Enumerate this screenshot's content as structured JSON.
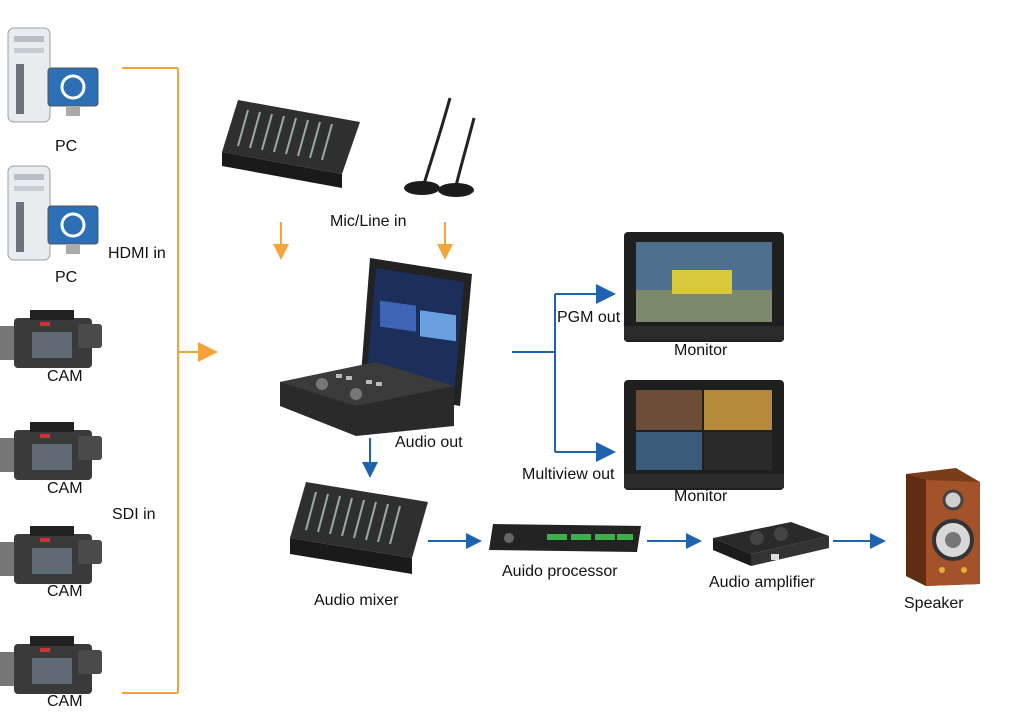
{
  "sources": {
    "pc1": "PC",
    "pc2": "PC",
    "hdmi_in": "HDMI in",
    "cam1": "CAM",
    "cam2": "CAM",
    "sdi_in": "SDI in",
    "cam3": "CAM",
    "cam4": "CAM"
  },
  "mic_line_in": "Mic/Line in",
  "audio_out": "Audio out",
  "pgm_out": "PGM out",
  "multiview_out": "Multiview out",
  "monitor1": "Monitor",
  "monitor2": "Monitor",
  "audio_mixer": "Audio mixer",
  "audio_processor": "Auido processor",
  "audio_amplifier": "Audio amplifier",
  "speaker": "Speaker",
  "colors": {
    "video_arrow": "#f5a43a",
    "audio_arrow": "#1f63b0"
  }
}
